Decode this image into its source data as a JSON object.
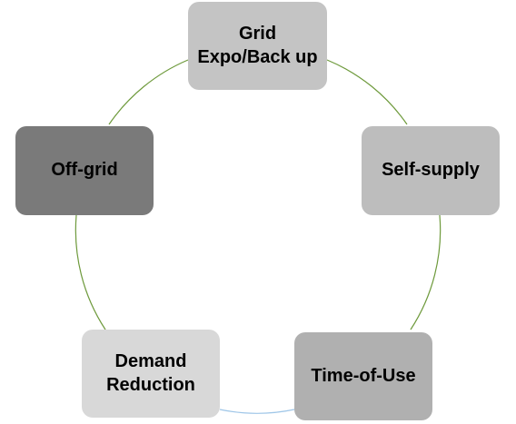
{
  "diagram": {
    "type": "cycle",
    "nodes": [
      {
        "label": "Grid Expo/Back up",
        "color": "#c4c4c4"
      },
      {
        "label": "Self-supply",
        "color": "#bdbdbd"
      },
      {
        "label": "Time-of-Use",
        "color": "#b0b0b0"
      },
      {
        "label": "Demand Reduction",
        "color": "#d8d8d8"
      },
      {
        "label": "Off-grid",
        "color": "#7a7a7a"
      }
    ],
    "connector_colors": {
      "default": "#6e9a3c",
      "bottom": "#9fc6e8"
    }
  }
}
